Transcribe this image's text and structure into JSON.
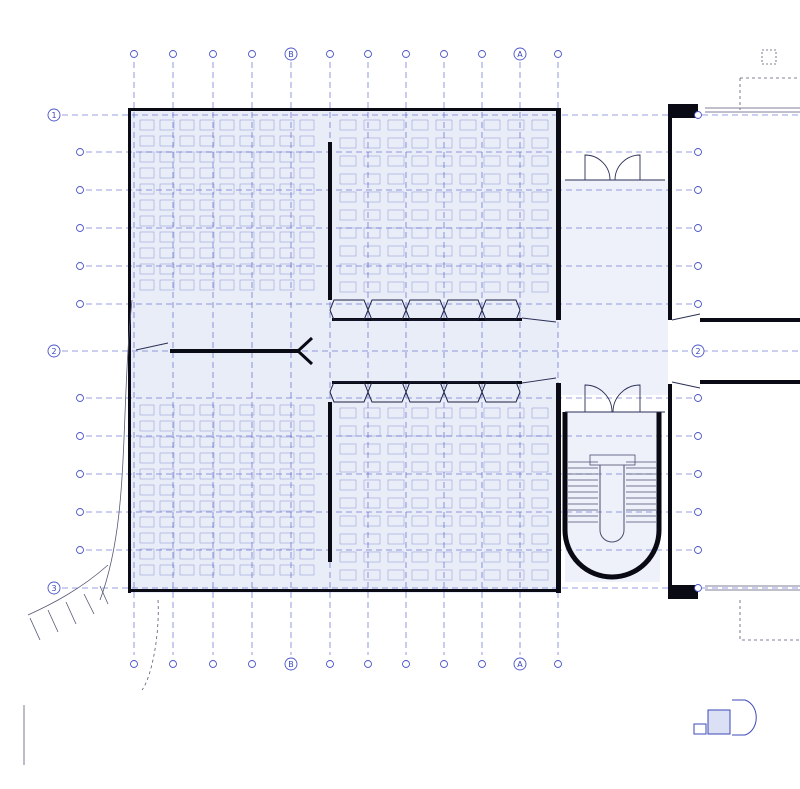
{
  "grid_labels": {
    "top_bubbles": [
      "",
      "",
      "",
      "",
      "B",
      "",
      "",
      "",
      "",
      "",
      "A"
    ],
    "bottom_bubbles": [
      "",
      "",
      "",
      "",
      "B",
      "",
      "",
      "",
      "",
      "",
      "A"
    ],
    "left_bubbles": [
      "1",
      "",
      "",
      "",
      "",
      "",
      "2",
      "",
      "",
      "",
      "",
      "",
      "3"
    ],
    "right_bubbles": [
      "",
      "",
      "",
      "",
      "",
      "",
      "2",
      "",
      "",
      "",
      "",
      "",
      ""
    ]
  },
  "colors": {
    "grid_line": "#4a55c8",
    "wall": "#0a0a14",
    "floor_fill": "#e9edf8",
    "detail": "#9aa3d6"
  }
}
